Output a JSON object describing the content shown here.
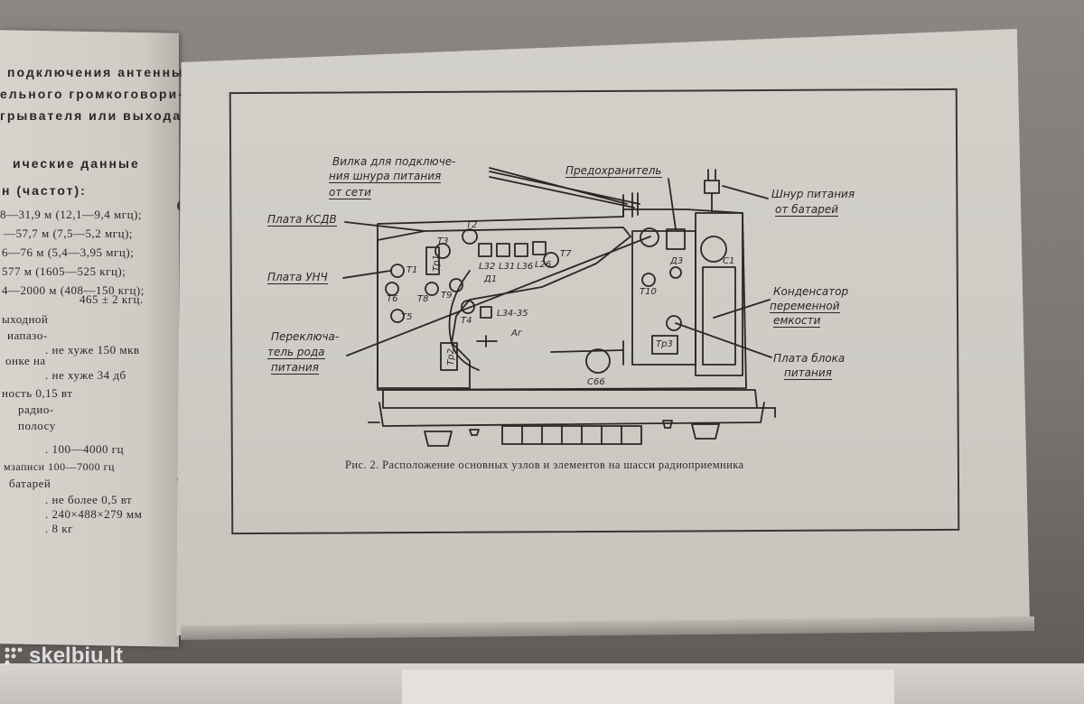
{
  "left_page": {
    "lines": [
      "подключения антенны",
      "ельного громкоговори-",
      "грывателя или выхода",
      "ические данные",
      "н (частот):",
      "8—31,9 м (12,1—9,4 мгц);",
      "—57,7 м (7,5—5,2 мгц);",
      "6—76 м (5,4—3,95 мгц);",
      "577 м (1605—525 кгц);",
      "4—2000 м (408—150 кгц);",
      "465 ± 2 кгц.",
      "ыходной",
      "иапазо-",
      ". не хуже 150 мкв",
      "онке на",
      ". не хуже 34 дб",
      "ность 0,15 вт",
      "радио-",
      "полосу",
      ". 100—4000 гц",
      "мзаписи 100—7000 гц",
      "батарей",
      ". не более 0,5 вт",
      ". 240×488×279 мм",
      ". 8 кг"
    ]
  },
  "diagram": {
    "labels": {
      "plug": [
        "Вилка для подключе-",
        "ния шнура питания",
        "от сети"
      ],
      "fuse": "Предохранитель",
      "battery_cord": [
        "Шнур питания",
        "от батарей"
      ],
      "ksdv": "Плата КСДВ",
      "unch": "Плата УНЧ",
      "switch": [
        "Переключа-",
        "тель рода",
        "питания"
      ],
      "capacitor": [
        "Конденсатор",
        "переменной",
        "емкости"
      ],
      "psu_board": [
        "Плата блока",
        "питания"
      ]
    },
    "components": [
      "Т3",
      "Т2",
      "Тр1",
      "Т1",
      "Т7",
      "Т8",
      "Т9",
      "Т6",
      "Т5",
      "Т4",
      "Т10",
      "Д1",
      "Д3",
      "L32",
      "L31",
      "L36",
      "L26",
      "L34-35",
      "Аг",
      "Тр2",
      "Тр3",
      "С1",
      "С66"
    ],
    "caption": "Рис. 2. Расположение основных узлов и элементов на шасси радиоприемника"
  },
  "watermark": {
    "text": "skelbiu.lt"
  },
  "colors": {
    "paper": "#cfcbc5",
    "ink": "#2b2724"
  }
}
